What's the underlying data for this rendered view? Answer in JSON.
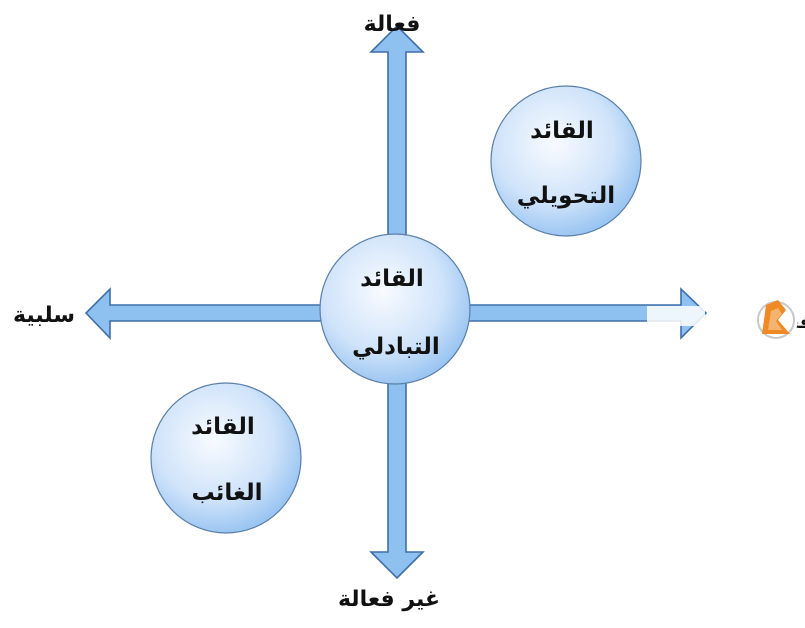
{
  "axes": {
    "top_label": "فعالة",
    "bottom_label": "غير فعالة",
    "left_label": "سلبية",
    "right_label": "فعالة"
  },
  "nodes": {
    "center": {
      "line1": "القائد",
      "line2": "التبادلي"
    },
    "top_right": {
      "line1": "القائد",
      "line2": "التحويلي"
    },
    "bottom_left": {
      "line1": "القائد",
      "line2": "الغائب"
    }
  },
  "colors": {
    "arrow_fill": "#8ec0f0",
    "arrow_stroke": "#3f6fa8",
    "circle_fill_center": "#f6faff",
    "circle_fill_edge": "#9cc6f2",
    "circle_stroke": "#5a7fa8",
    "logo_orange": "#f08a24"
  }
}
